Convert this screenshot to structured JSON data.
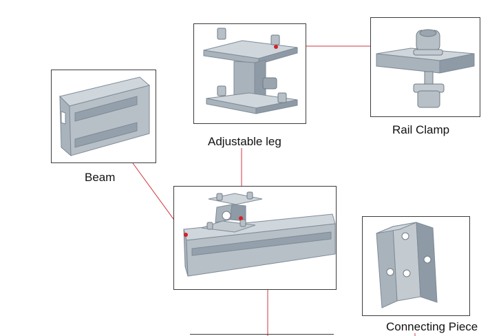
{
  "labels": {
    "adjustable_leg": "Adjustable leg",
    "rail_clamp": "Rail Clamp",
    "beam": "Beam",
    "connecting_piece": "Connecting Piece"
  },
  "colors": {
    "callout_line": "#d0353f",
    "marker": "#d81e2a",
    "frame": "#3a3a3a",
    "metal": "#a9b3bc",
    "metal_dark": "#7e8a95",
    "metal_light": "#cfd6dc"
  },
  "icons": {
    "adjustable_leg": "adjustable-leg-illustration",
    "rail_clamp": "rail-clamp-illustration",
    "beam": "beam-illustration",
    "assembly": "assembly-illustration",
    "connecting_piece": "connecting-piece-illustration"
  }
}
